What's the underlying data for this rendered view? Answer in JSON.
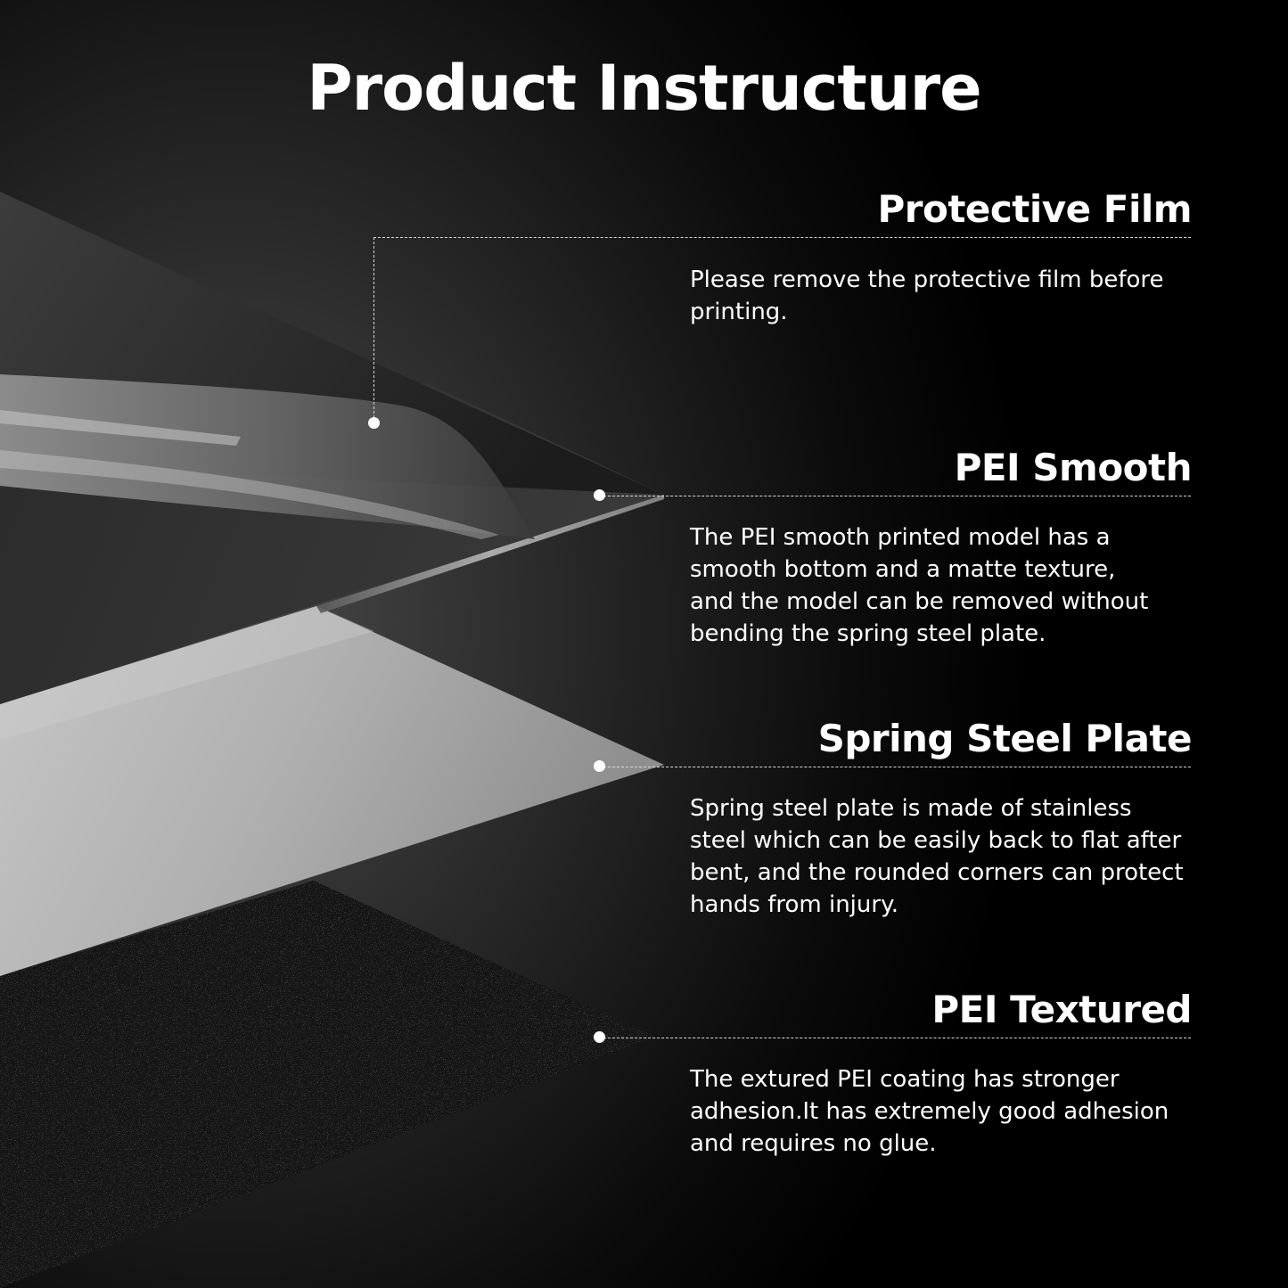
{
  "title": "Product Instructure",
  "layers": [
    {
      "heading": "Protective Film",
      "description": "Please remove the protective film before\nprinting."
    },
    {
      "heading": "PEI Smooth",
      "description": "The PEI smooth printed model has a\nsmooth bottom and a matte texture,\nand the model can be removed without\nbending the spring steel plate."
    },
    {
      "heading": "Spring Steel Plate",
      "description": "Spring steel plate is made of stainless\nsteel which can be easily back to flat after\nbent, and the rounded corners can protect\nhands from injury."
    },
    {
      "heading": "PEI Textured",
      "description": "The extured PEI coating has stronger\nadhesion.It has extremely good adhesion\nand requires no glue."
    }
  ],
  "colors": {
    "background": "#000000",
    "text": "#ffffff",
    "leader": "#d8d8d8"
  }
}
